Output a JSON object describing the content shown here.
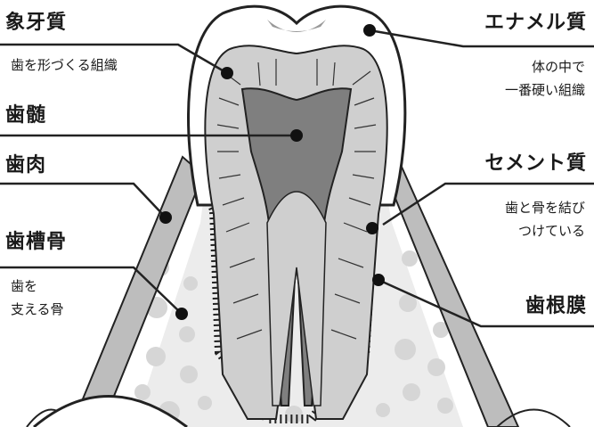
{
  "labels": {
    "dentin": {
      "title": "象牙質",
      "desc": "歯を形づくる組織"
    },
    "pulp": {
      "title": "歯髄"
    },
    "gum": {
      "title": "歯肉"
    },
    "alveolar_bone": {
      "title": "歯槽骨",
      "desc_line1": "歯を",
      "desc_line2": "支える骨"
    },
    "enamel": {
      "title": "エナメル質",
      "desc_line1": "体の中で",
      "desc_line2": "一番硬い組織"
    },
    "cementum": {
      "title": "セメント質",
      "desc_line1": "歯と骨を結び",
      "desc_line2": "つけている"
    },
    "periodontal_ligament": {
      "title": "歯根膜"
    }
  },
  "colors": {
    "outline": "#222222",
    "dentin": "#cfcfcf",
    "pulp": "#7f7f7f",
    "gum_bone": "#bdbdbd",
    "bone_fill": "#ececec",
    "bone_dots": "#d6d6d6",
    "enamel": "#ffffff"
  }
}
